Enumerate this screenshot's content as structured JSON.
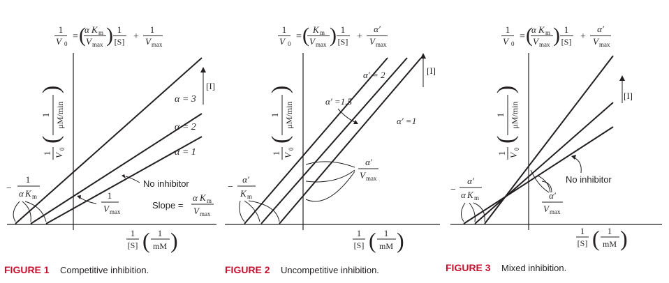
{
  "captions": {
    "fig1_label": "FIGURE 1",
    "fig1_text": "Competitive inhibition.",
    "fig2_label": "FIGURE 2",
    "fig2_text": "Uncompetitive inhibition.",
    "fig3_label": "FIGURE 3",
    "fig3_text": "Mixed inhibition."
  },
  "common": {
    "one": "1",
    "v0": "V",
    "v0_sub": "0",
    "s": "[S]",
    "um_min": "μM/min",
    "mm": "mM",
    "vmax": "V",
    "vmax_sub": "max",
    "km": "K",
    "km_sub": "m",
    "alpha": "α",
    "alpha_prime": "α′",
    "plus": "+",
    "equals": "=",
    "minus": "−",
    "inhibitor": "[I]"
  },
  "fig1": {
    "line_labels": [
      "α = 3",
      "α = 2",
      "α = 1"
    ],
    "no_inhibitor": "No inhibitor",
    "slope": "Slope ="
  },
  "fig2": {
    "line_labels": [
      "α′ = 2",
      "α′ =1.5",
      "α′ =1"
    ]
  },
  "fig3": {
    "no_inhibitor": "No inhibitor"
  }
}
